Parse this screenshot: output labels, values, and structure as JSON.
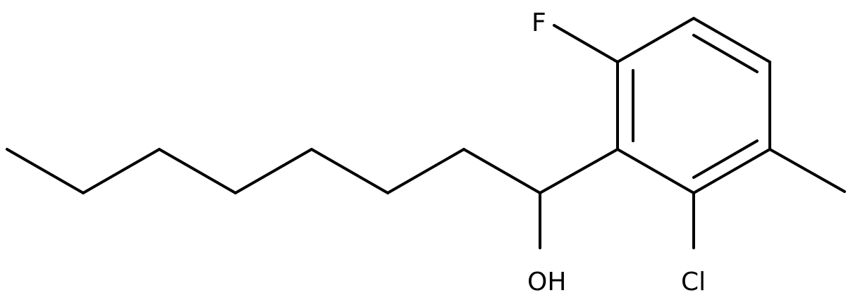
{
  "structure": {
    "atom_labels": {
      "fluorine": "F",
      "hydroxyl": "OH",
      "chlorine": "Cl"
    },
    "colors": {
      "bond": "#000000",
      "label": "#000000",
      "background": "#ffffff"
    }
  }
}
